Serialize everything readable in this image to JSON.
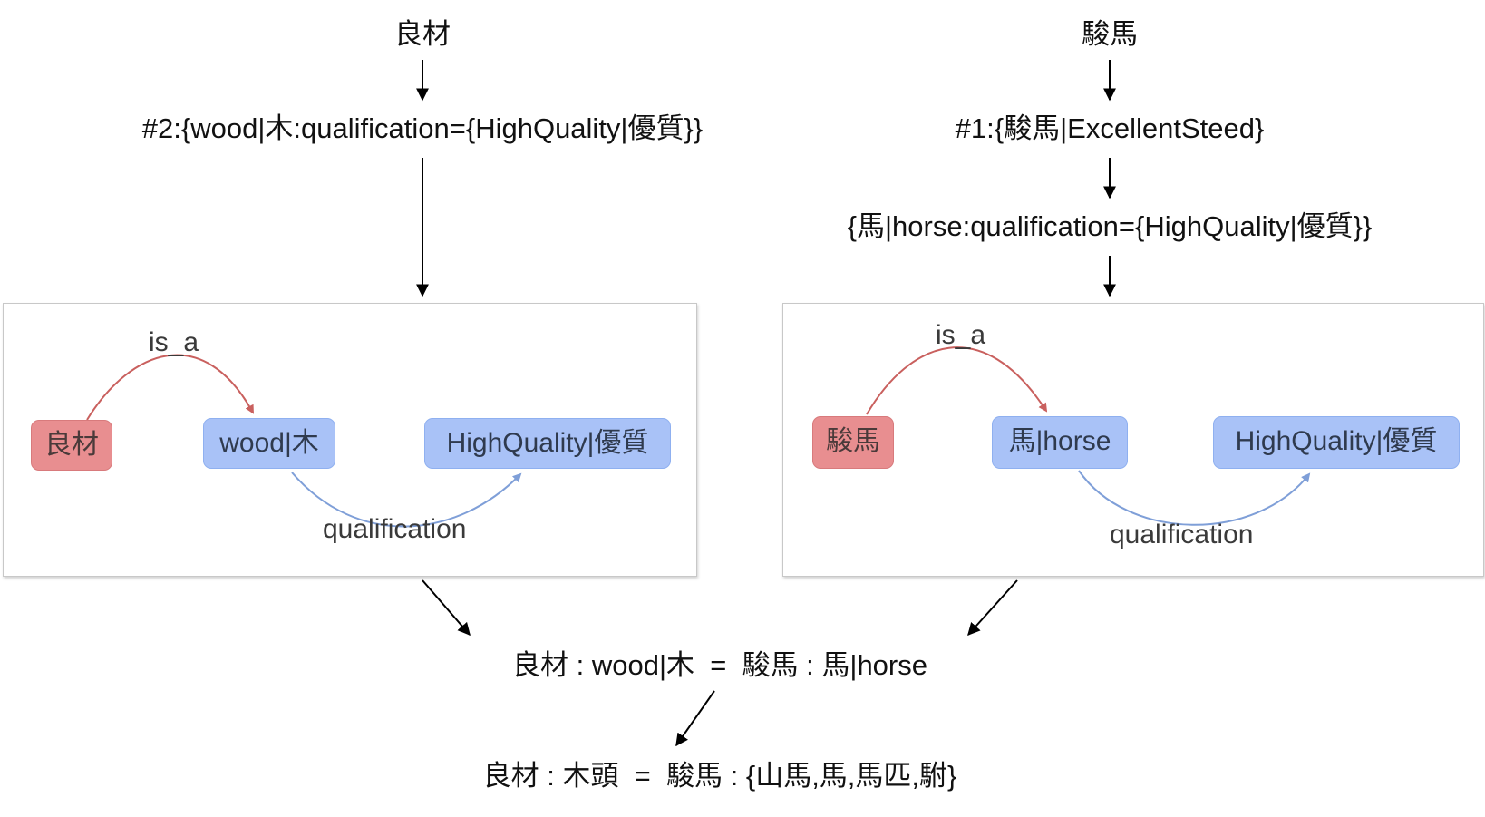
{
  "left": {
    "word": "良材",
    "definition": "#2:{wood|木:qualification={HighQuality|優質}}",
    "graph": {
      "source_node": "良材",
      "concept_node": "wood|木",
      "attribute_node": "HighQuality|優質",
      "isa_label": "is_a",
      "qualification_label": "qualification"
    }
  },
  "right": {
    "word": "駿馬",
    "definition": "#1:{駿馬|ExcellentSteed}",
    "expansion": "{馬|horse:qualification={HighQuality|優質}}",
    "graph": {
      "source_node": "駿馬",
      "concept_node": "馬|horse",
      "attribute_node": "HighQuality|優質",
      "isa_label": "is_a",
      "qualification_label": "qualification"
    }
  },
  "analogy": {
    "line1": "良材 : wood|木  =  駿馬 : 馬|horse",
    "line2": "良材 : 木頭  =  駿馬 : {山馬,馬,馬匹,駙}"
  },
  "colors": {
    "red_node": "#e88e90",
    "blue_node": "#a9c2f7",
    "isa_edge": "#c9605e",
    "qualification_edge": "#7f9fd8"
  }
}
